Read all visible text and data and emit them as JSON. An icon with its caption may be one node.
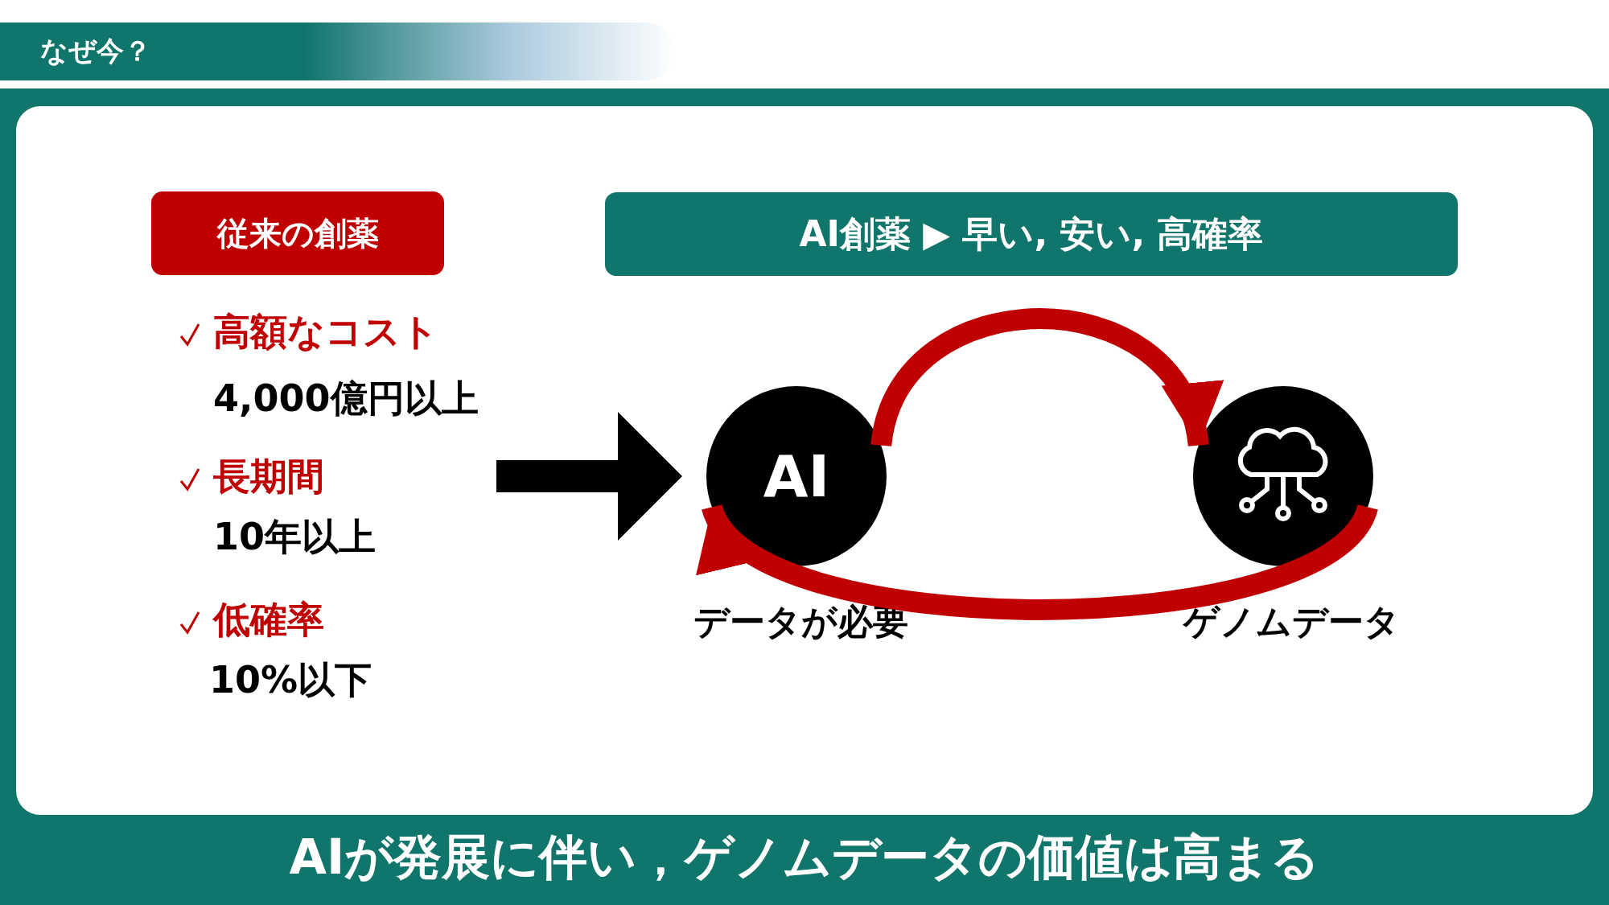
{
  "diagram": {
    "title": "なぜ今？",
    "caption": "AIが発展に伴い，ゲノムデータの価値は高まる",
    "nodes": [
      {
        "text": [
          "従来の創薬"
        ]
      },
      {
        "text": [
          "AI創薬 ▶ 早い, 安い, 高確率"
        ]
      },
      {
        "text": [
          "AI"
        ],
        "beside": [
          "データが必要"
        ]
      },
      {
        "text": [],
        "shape": "circle",
        "beside": [
          "ゲノムデータ"
        ]
      }
    ],
    "edges": [
      {
        "from": null,
        "to": 2,
        "arrow": "to",
        "color": "#000000"
      },
      {
        "from": 2,
        "to": 3,
        "arrow": "to"
      },
      {
        "from": 3,
        "to": 2,
        "arrow": "to"
      }
    ],
    "labels": [
      "高額なコスト",
      "4,000億円以上",
      "長期間",
      "10年以上",
      "低確率",
      "10%以下"
    ]
  }
}
